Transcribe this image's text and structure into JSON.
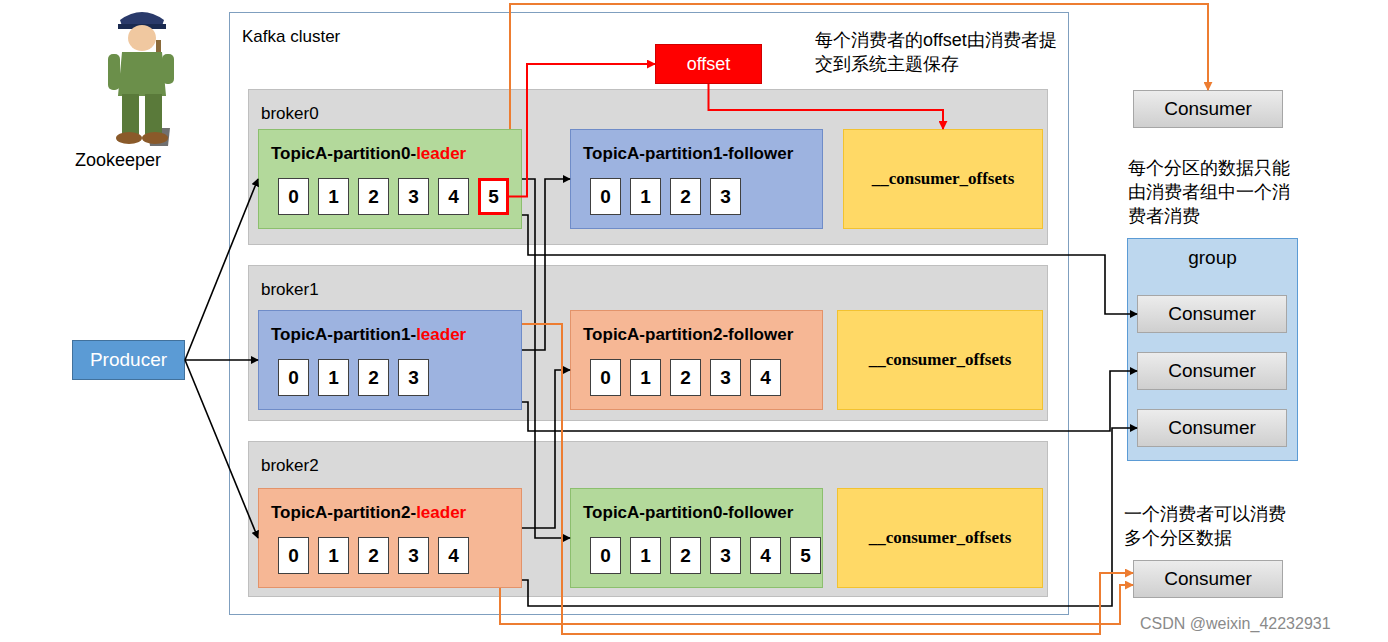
{
  "diagram": {
    "nodes": [
      {
        "text": [
          "Kafka cluster"
        ]
      },
      {
        "text": [
          "offset"
        ],
        "in": 0
      },
      {
        "text": [
          "broker0"
        ],
        "in": 0
      },
      {
        "text": [
          "TopicA-partition0-",
          "leader"
        ],
        "in": 2
      },
      {
        "text": [
          "0"
        ],
        "in": 3
      },
      {
        "text": [
          "1"
        ],
        "in": 3
      },
      {
        "text": [
          "2"
        ],
        "in": 3
      },
      {
        "text": [
          "3"
        ],
        "in": 3
      },
      {
        "text": [
          "4"
        ],
        "in": 3
      },
      {
        "text": [
          "5"
        ],
        "in": 3
      },
      {
        "text": [
          "TopicA-partition1-follower"
        ],
        "in": 2
      },
      {
        "text": [
          "0"
        ],
        "in": 10
      },
      {
        "text": [
          "1"
        ],
        "in": 10
      },
      {
        "text": [
          "2"
        ],
        "in": 10
      },
      {
        "text": [
          "3"
        ],
        "in": 10
      },
      {
        "text": [
          "__consumer_offsets"
        ],
        "in": 2
      },
      {
        "text": [
          "broker1"
        ],
        "in": 0
      },
      {
        "text": [
          "TopicA-partition1-",
          "leader"
        ],
        "in": 16
      },
      {
        "text": [
          "0"
        ],
        "in": 17
      },
      {
        "text": [
          "1"
        ],
        "in": 17
      },
      {
        "text": [
          "2"
        ],
        "in": 17
      },
      {
        "text": [
          "3"
        ],
        "in": 17
      },
      {
        "text": [
          "TopicA-partition2-follower"
        ],
        "in": 16
      },
      {
        "text": [
          "0"
        ],
        "in": 22
      },
      {
        "text": [
          "1"
        ],
        "in": 22
      },
      {
        "text": [
          "2"
        ],
        "in": 22
      },
      {
        "text": [
          "3"
        ],
        "in": 22
      },
      {
        "text": [
          "4"
        ],
        "in": 22
      },
      {
        "text": [
          "__consumer_offsets"
        ],
        "in": 16
      },
      {
        "text": [
          "broker2"
        ],
        "in": 0
      },
      {
        "text": [
          "TopicA-partition2-",
          "leader"
        ],
        "in": 29
      },
      {
        "text": [
          "0"
        ],
        "in": 30
      },
      {
        "text": [
          "1"
        ],
        "in": 30
      },
      {
        "text": [
          "2"
        ],
        "in": 30
      },
      {
        "text": [
          "3"
        ],
        "in": 30
      },
      {
        "text": [
          "4"
        ],
        "in": 30
      },
      {
        "text": [
          "TopicA-partition0-follower"
        ],
        "in": 29
      },
      {
        "text": [
          "0"
        ],
        "in": 36
      },
      {
        "text": [
          "1"
        ],
        "in": 36
      },
      {
        "text": [
          "2"
        ],
        "in": 36
      },
      {
        "text": [
          "3"
        ],
        "in": 36
      },
      {
        "text": [
          "4"
        ],
        "in": 36
      },
      {
        "text": [
          "5"
        ],
        "in": 36
      },
      {
        "text": [
          "__consumer_offsets"
        ],
        "in": 29
      },
      {
        "text": [
          "Producer"
        ]
      },
      {
        "text": [
          "Consumer"
        ]
      },
      {
        "text": [
          "group"
        ]
      },
      {
        "text": [
          "Consumer"
        ],
        "in": 46
      },
      {
        "text": [
          "Consumer"
        ],
        "in": 46
      },
      {
        "text": [
          "Consumer"
        ],
        "in": 46
      },
      {
        "text": [
          "Consumer"
        ]
      }
    ],
    "edges": [
      {
        "from": 44,
        "to": 3,
        "arrow": "to"
      },
      {
        "from": 44,
        "to": 17,
        "arrow": "to"
      },
      {
        "from": 44,
        "to": 30,
        "arrow": "to"
      },
      {
        "from": 3,
        "to": 36,
        "arrow": "to"
      },
      {
        "from": 17,
        "to": 10,
        "arrow": "to"
      },
      {
        "from": 30,
        "to": 22,
        "arrow": "to"
      },
      {
        "from": 3,
        "to": 47,
        "arrow": "to"
      },
      {
        "from": 17,
        "to": 48,
        "arrow": "to"
      },
      {
        "from": 30,
        "to": 49,
        "arrow": "to"
      },
      {
        "from": 3,
        "to": 45,
        "arrow": "to"
      },
      {
        "from": 17,
        "to": 50,
        "arrow": "to"
      },
      {
        "from": 30,
        "to": 50,
        "arrow": "to"
      },
      {
        "from": 9,
        "to": 1,
        "arrow": "to"
      },
      {
        "from": 1,
        "to": 15,
        "arrow": "to"
      }
    ],
    "labels": [
      "Zookeeper",
      "每个消费者的offset由消费者提交到系统主题保存",
      "每个分区的数据只能由消费者组中一个消费者消费",
      "一个消费者可以消费多个分区数据",
      "CSDN @weixin_42232931"
    ]
  }
}
